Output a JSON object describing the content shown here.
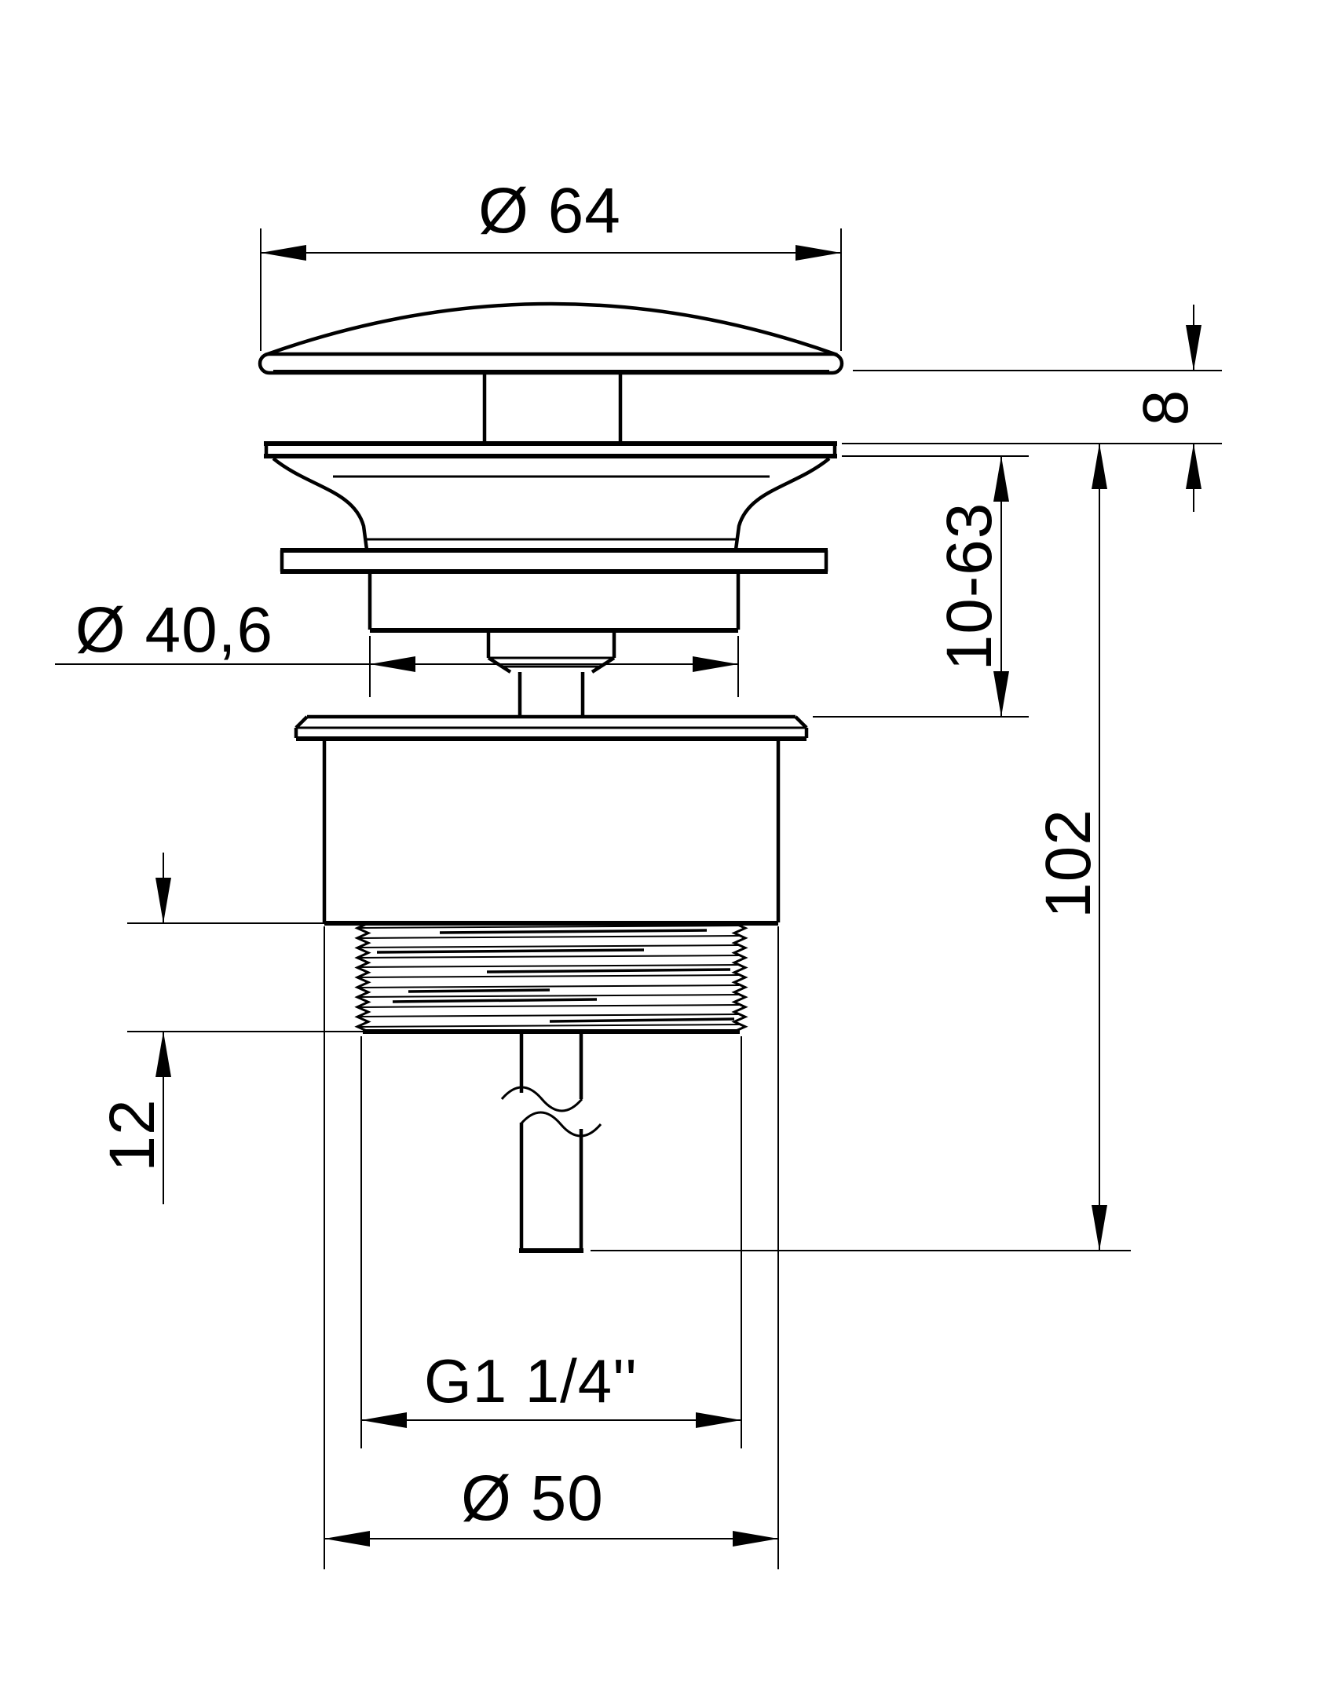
{
  "drawing": {
    "type": "technical-dimension-drawing",
    "subject": "basin-waste-valve-cross-section",
    "style": {
      "line_color": "#000000",
      "background": "#ffffff"
    },
    "dimensions": {
      "cap_diameter": "Ø 64",
      "cap_height": "8",
      "clamp_range": "10-63",
      "body_diameter": "Ø 40,6",
      "total_height": "102",
      "thread_length": "12",
      "thread_spec": "G1 1/4''",
      "flange_diameter": "Ø 50"
    }
  }
}
